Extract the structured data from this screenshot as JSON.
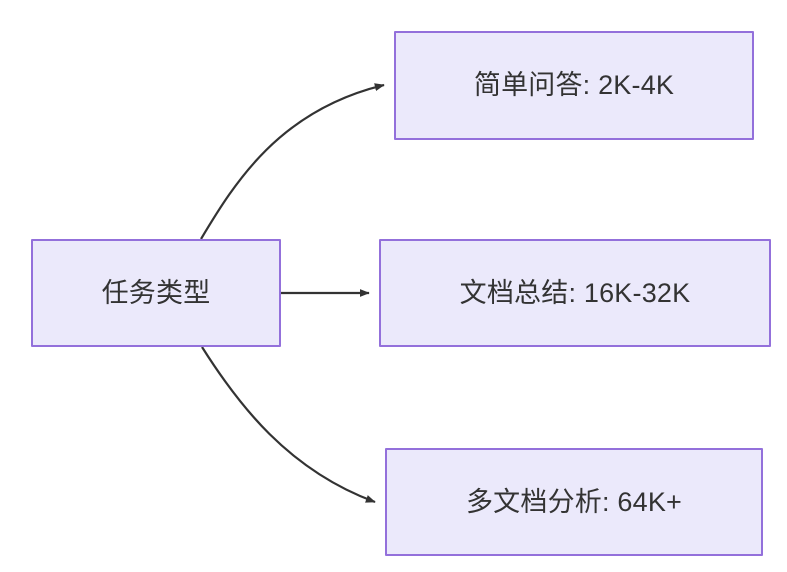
{
  "diagram": {
    "type": "flowchart",
    "direction": "left-to-right",
    "colors": {
      "node_fill": "#EBE9FB",
      "node_border": "#9370DB",
      "text": "#333333",
      "edge": "#333333",
      "background": "#FFFFFF"
    },
    "nodes": [
      {
        "id": "task-type",
        "label": "任务类型",
        "role": "source"
      },
      {
        "id": "simple-qa",
        "label": "简单问答: 2K-4K",
        "role": "target"
      },
      {
        "id": "doc-summary",
        "label": "文档总结: 16K-32K",
        "role": "target"
      },
      {
        "id": "multi-doc",
        "label": "多文档分析: 64K+",
        "role": "target"
      }
    ],
    "edges": [
      {
        "id": "edge-task-type-to-simple-qa",
        "from": "task-type",
        "to": "simple-qa",
        "label": "",
        "style": "curved-arrow",
        "arrowhead": "filled-triangle"
      },
      {
        "id": "edge-task-type-to-doc-summary",
        "from": "task-type",
        "to": "doc-summary",
        "label": "",
        "style": "straight-arrow",
        "arrowhead": "filled-triangle"
      },
      {
        "id": "edge-task-type-to-multi-doc",
        "from": "task-type",
        "to": "multi-doc",
        "label": "",
        "style": "curved-arrow",
        "arrowhead": "filled-triangle"
      }
    ]
  }
}
